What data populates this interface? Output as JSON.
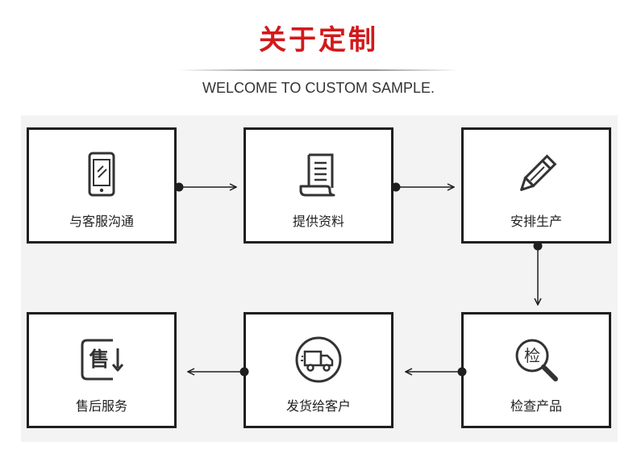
{
  "header": {
    "title": "关于定制",
    "subtitle": "WELCOME TO CUSTOM SAMPLE."
  },
  "steps": [
    {
      "label": "与客服沟通",
      "icon": "tablet-icon"
    },
    {
      "label": "提供资料",
      "icon": "document-icon"
    },
    {
      "label": "安排生产",
      "icon": "pencil-icon"
    },
    {
      "label": "检查产品",
      "icon": "magnifier-icon"
    },
    {
      "label": "发货给客户",
      "icon": "delivery-truck-icon"
    },
    {
      "label": "售后服务",
      "icon": "after-sales-icon"
    }
  ],
  "icon_text": {
    "inspect_char": "检",
    "after_sales_char": "售"
  },
  "colors": {
    "title": "#d2191b",
    "border": "#1f1f1f",
    "background": "#f3f3f3"
  }
}
